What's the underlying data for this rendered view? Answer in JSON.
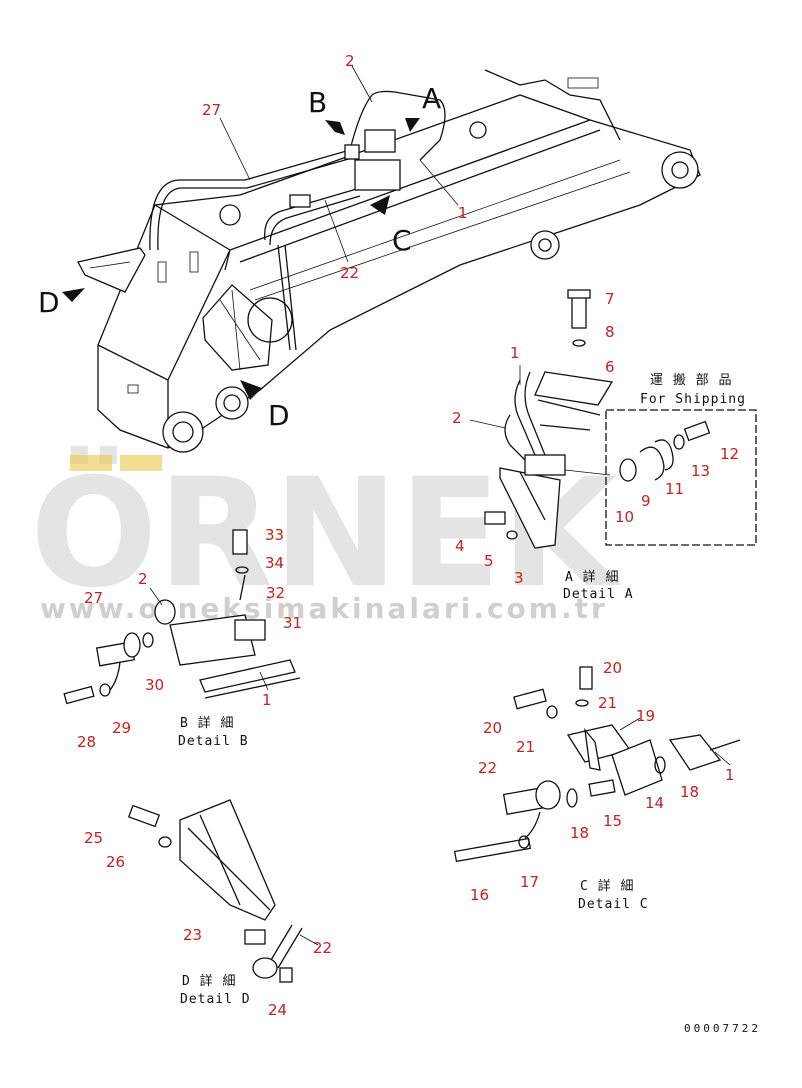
{
  "callouts": [
    {
      "text": "2"
    },
    {
      "text": "27"
    },
    {
      "text": "1"
    },
    {
      "text": "22"
    },
    {
      "text": "7"
    },
    {
      "text": "8"
    },
    {
      "text": "1"
    },
    {
      "text": "6"
    },
    {
      "text": "2"
    },
    {
      "text": "12"
    },
    {
      "text": "13"
    },
    {
      "text": "11"
    },
    {
      "text": "9"
    },
    {
      "text": "10"
    },
    {
      "text": "4"
    },
    {
      "text": "5"
    },
    {
      "text": "3"
    },
    {
      "text": "33"
    },
    {
      "text": "34"
    },
    {
      "text": "2"
    },
    {
      "text": "27"
    },
    {
      "text": "32"
    },
    {
      "text": "31"
    },
    {
      "text": "30"
    },
    {
      "text": "1"
    },
    {
      "text": "28"
    },
    {
      "text": "29"
    },
    {
      "text": "20"
    },
    {
      "text": "21"
    },
    {
      "text": "20"
    },
    {
      "text": "19"
    },
    {
      "text": "21"
    },
    {
      "text": "22"
    },
    {
      "text": "1"
    },
    {
      "text": "18"
    },
    {
      "text": "14"
    },
    {
      "text": "15"
    },
    {
      "text": "18"
    },
    {
      "text": "16"
    },
    {
      "text": "17"
    },
    {
      "text": "25"
    },
    {
      "text": "26"
    },
    {
      "text": "23"
    },
    {
      "text": "22"
    },
    {
      "text": "24"
    }
  ],
  "view_letters": [
    "B",
    "A",
    "C",
    "D",
    "D"
  ],
  "captions": {
    "shipping_jp": "運 搬 部 品",
    "shipping_en": "For Shipping",
    "detail_a_jp": "A 詳 細",
    "detail_a_en": "Detail A",
    "detail_b_jp": "B 詳 細",
    "detail_b_en": "Detail B",
    "detail_c_jp": "C 詳 細",
    "detail_c_en": "Detail C",
    "detail_d_jp": "D 詳 細",
    "detail_d_en": "Detail D"
  },
  "drawing_number": "00007722",
  "watermark": {
    "brand": "ÖRNEK",
    "url": "www.orneksimakinalari.com.tr"
  },
  "colors": {
    "callout": "#c8201e",
    "line": "#111111",
    "watermark": "#cfcfcf",
    "watermark_accent": "#e8c84a"
  }
}
